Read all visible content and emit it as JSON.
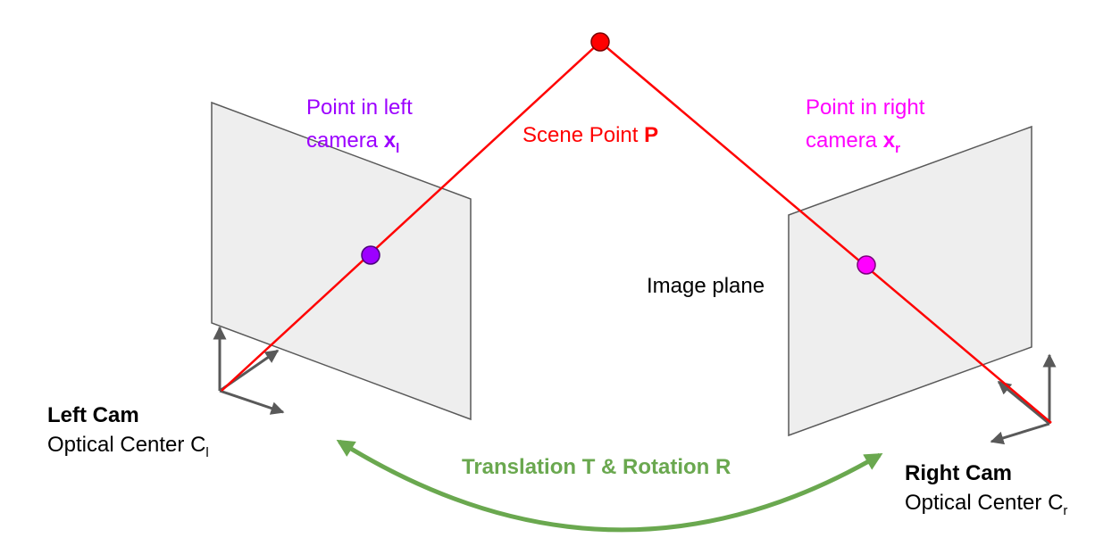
{
  "colors": {
    "ray": "#ff0000",
    "scene_point": "#ff0000",
    "left_point": "#9c00ff",
    "right_point": "#ff00ff",
    "plane_fill": "#eeeeee",
    "plane_stroke": "#595959",
    "axis": "#595959",
    "transform_arrow": "#6aa84f",
    "text": "#000000"
  },
  "labels": {
    "left_point_line1": "Point in left",
    "left_point_line2": "camera ",
    "left_point_symbol": "x",
    "left_point_sub": "l",
    "scene_point_prefix": "Scene Point ",
    "scene_point_symbol": "P",
    "right_point_line1": "Point in right",
    "right_point_line2": "camera ",
    "right_point_symbol": "x",
    "right_point_sub": "r",
    "image_plane": "Image plane",
    "left_cam_title": "Left Cam",
    "left_cam_center": "Optical Center C",
    "left_cam_sub": "l",
    "right_cam_title": "Right Cam",
    "right_cam_center": "Optical Center C",
    "right_cam_sub": "r",
    "transform": "Translation T & Rotation R"
  }
}
